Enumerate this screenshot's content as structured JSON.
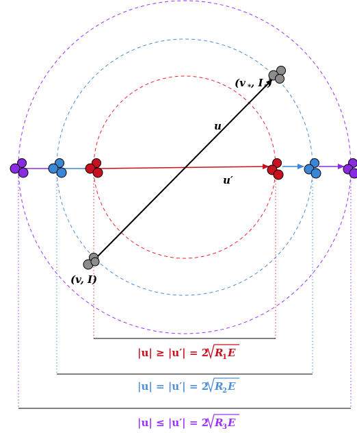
{
  "colors": {
    "red": "#e8242b",
    "red_fill": "#c8101e",
    "blue": "#4a8fd8",
    "blue_fill": "#3c86d6",
    "purple": "#9b30ff",
    "purple_fill": "#8a2be2",
    "gray_fill": "#8c8c8c",
    "black": "#000000"
  },
  "labels": {
    "u": "u",
    "u_prime": "u′",
    "v_star": "(v",
    "v_star_sub": "*",
    "i_star": ", I",
    "i_star_sub": "*",
    "v_i": "(v, I)",
    "close_paren": ")"
  },
  "equations": {
    "r1": {
      "lhs": "|u| ≥ |u′| = 2",
      "rad": "R",
      "sub": "1",
      "var": "E"
    },
    "r2": {
      "lhs": "|u| = |u′| = 2",
      "rad": "R",
      "sub": "2",
      "var": "E"
    },
    "r3": {
      "lhs": "|u| ≤ |u′| = 2",
      "rad": "R",
      "sub": "3",
      "var": "E"
    }
  }
}
